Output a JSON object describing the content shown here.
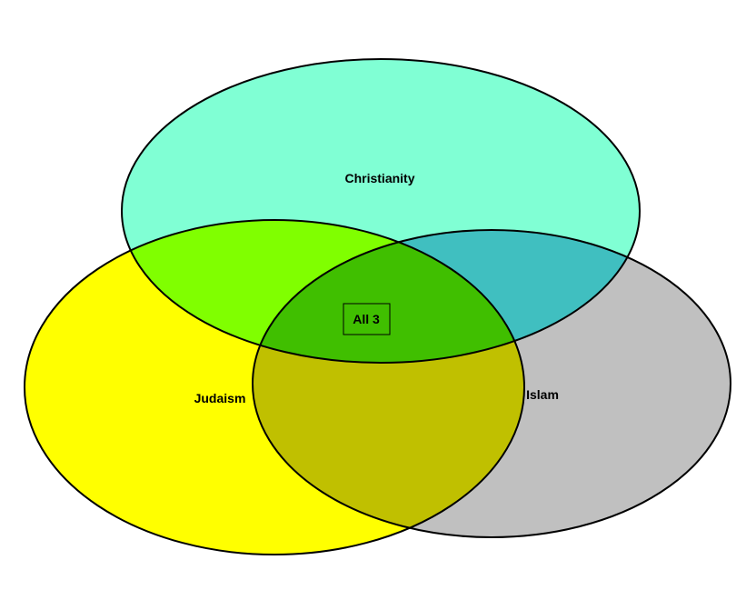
{
  "sets": [
    {
      "key": "A",
      "label": "Christianity",
      "color": "#80ffd4"
    },
    {
      "key": "B",
      "label": "Judaism",
      "color": "#ffff00"
    },
    {
      "key": "C",
      "label": "Islam",
      "color": "#c0c0c0"
    }
  ],
  "regions": {
    "AB": {
      "color": "#80ff00"
    },
    "AC": {
      "color": "#40bfc0"
    },
    "BC": {
      "color": "#c0c000"
    },
    "ABC": {
      "color": "#40bf00",
      "label": "All 3"
    }
  }
}
